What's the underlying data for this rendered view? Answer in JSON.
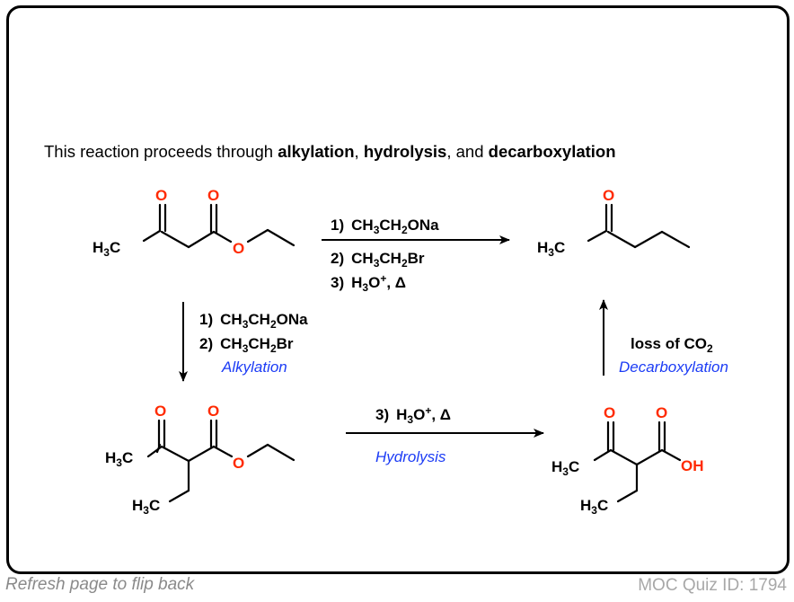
{
  "intro": {
    "prefix": "This reaction proceeds through ",
    "step1": "alkylation",
    "sep1": ", ",
    "step2": "hydrolysis",
    "sep2": ", and ",
    "step3": "decarboxylation"
  },
  "molecules": {
    "starting_material": {
      "name": "ethyl acetoacetate",
      "ch3": "H",
      "ch3_sub": "3",
      "ch3_c": "C",
      "o_ketone": "O",
      "o_carbonyl": "O",
      "o_ester": "O"
    },
    "product": {
      "name": "2-pentanone",
      "ch3": "H",
      "ch3_sub": "3",
      "ch3_c": "C",
      "o_ketone": "O"
    },
    "alkylated_ester": {
      "name": "ethyl 2-ethylacetoacetate",
      "ch3": "H",
      "ch3_sub": "3",
      "ch3_c": "C",
      "o_ketone": "O",
      "o_carbonyl": "O",
      "o_ester": "O",
      "ethyl_h": "H",
      "ethyl_sub": "3",
      "ethyl_c": "C"
    },
    "beta_keto_acid": {
      "name": "2-ethylacetoacetic acid",
      "ch3": "H",
      "ch3_sub": "3",
      "ch3_c": "C",
      "o_ketone": "O",
      "o_carbonyl": "O",
      "oh": "OH",
      "ethyl_h": "H",
      "ethyl_sub": "3",
      "ethyl_c": "C"
    }
  },
  "arrows": {
    "overall": {
      "step1": {
        "num": "1)",
        "a": "CH",
        "a_sub": "3",
        "b": "CH",
        "b_sub": "2",
        "c": "ONa"
      },
      "step2": {
        "num": "2)",
        "a": "CH",
        "a_sub": "3",
        "b": "CH",
        "b_sub": "2",
        "c": "Br"
      },
      "step3": {
        "num": "3)",
        "a": "H",
        "a_sub": "3",
        "b": "O",
        "b_sup": "+",
        "c": ", Δ"
      }
    },
    "alkylation": {
      "step1": {
        "num": "1)",
        "a": "CH",
        "a_sub": "3",
        "b": "CH",
        "b_sub": "2",
        "c": "ONa"
      },
      "step2": {
        "num": "2)",
        "a": "CH",
        "a_sub": "3",
        "b": "CH",
        "b_sub": "2",
        "c": "Br"
      },
      "label": "Alkylation"
    },
    "hydrolysis": {
      "step3": {
        "num": "3)",
        "a": "H",
        "a_sub": "3",
        "b": "O",
        "b_sup": "+",
        "c": ", Δ"
      },
      "label": "Hydrolysis"
    },
    "decarboxylation": {
      "text": "loss of CO",
      "text_sub": "2",
      "label": "Decarboxylation"
    }
  },
  "colors": {
    "oxygen": "#ff2a00",
    "annotation": "#1c3cf5",
    "footer": "#8a8a8a"
  },
  "footer": {
    "left": "Refresh page to flip back",
    "right": "MOC Quiz ID: 1794"
  }
}
